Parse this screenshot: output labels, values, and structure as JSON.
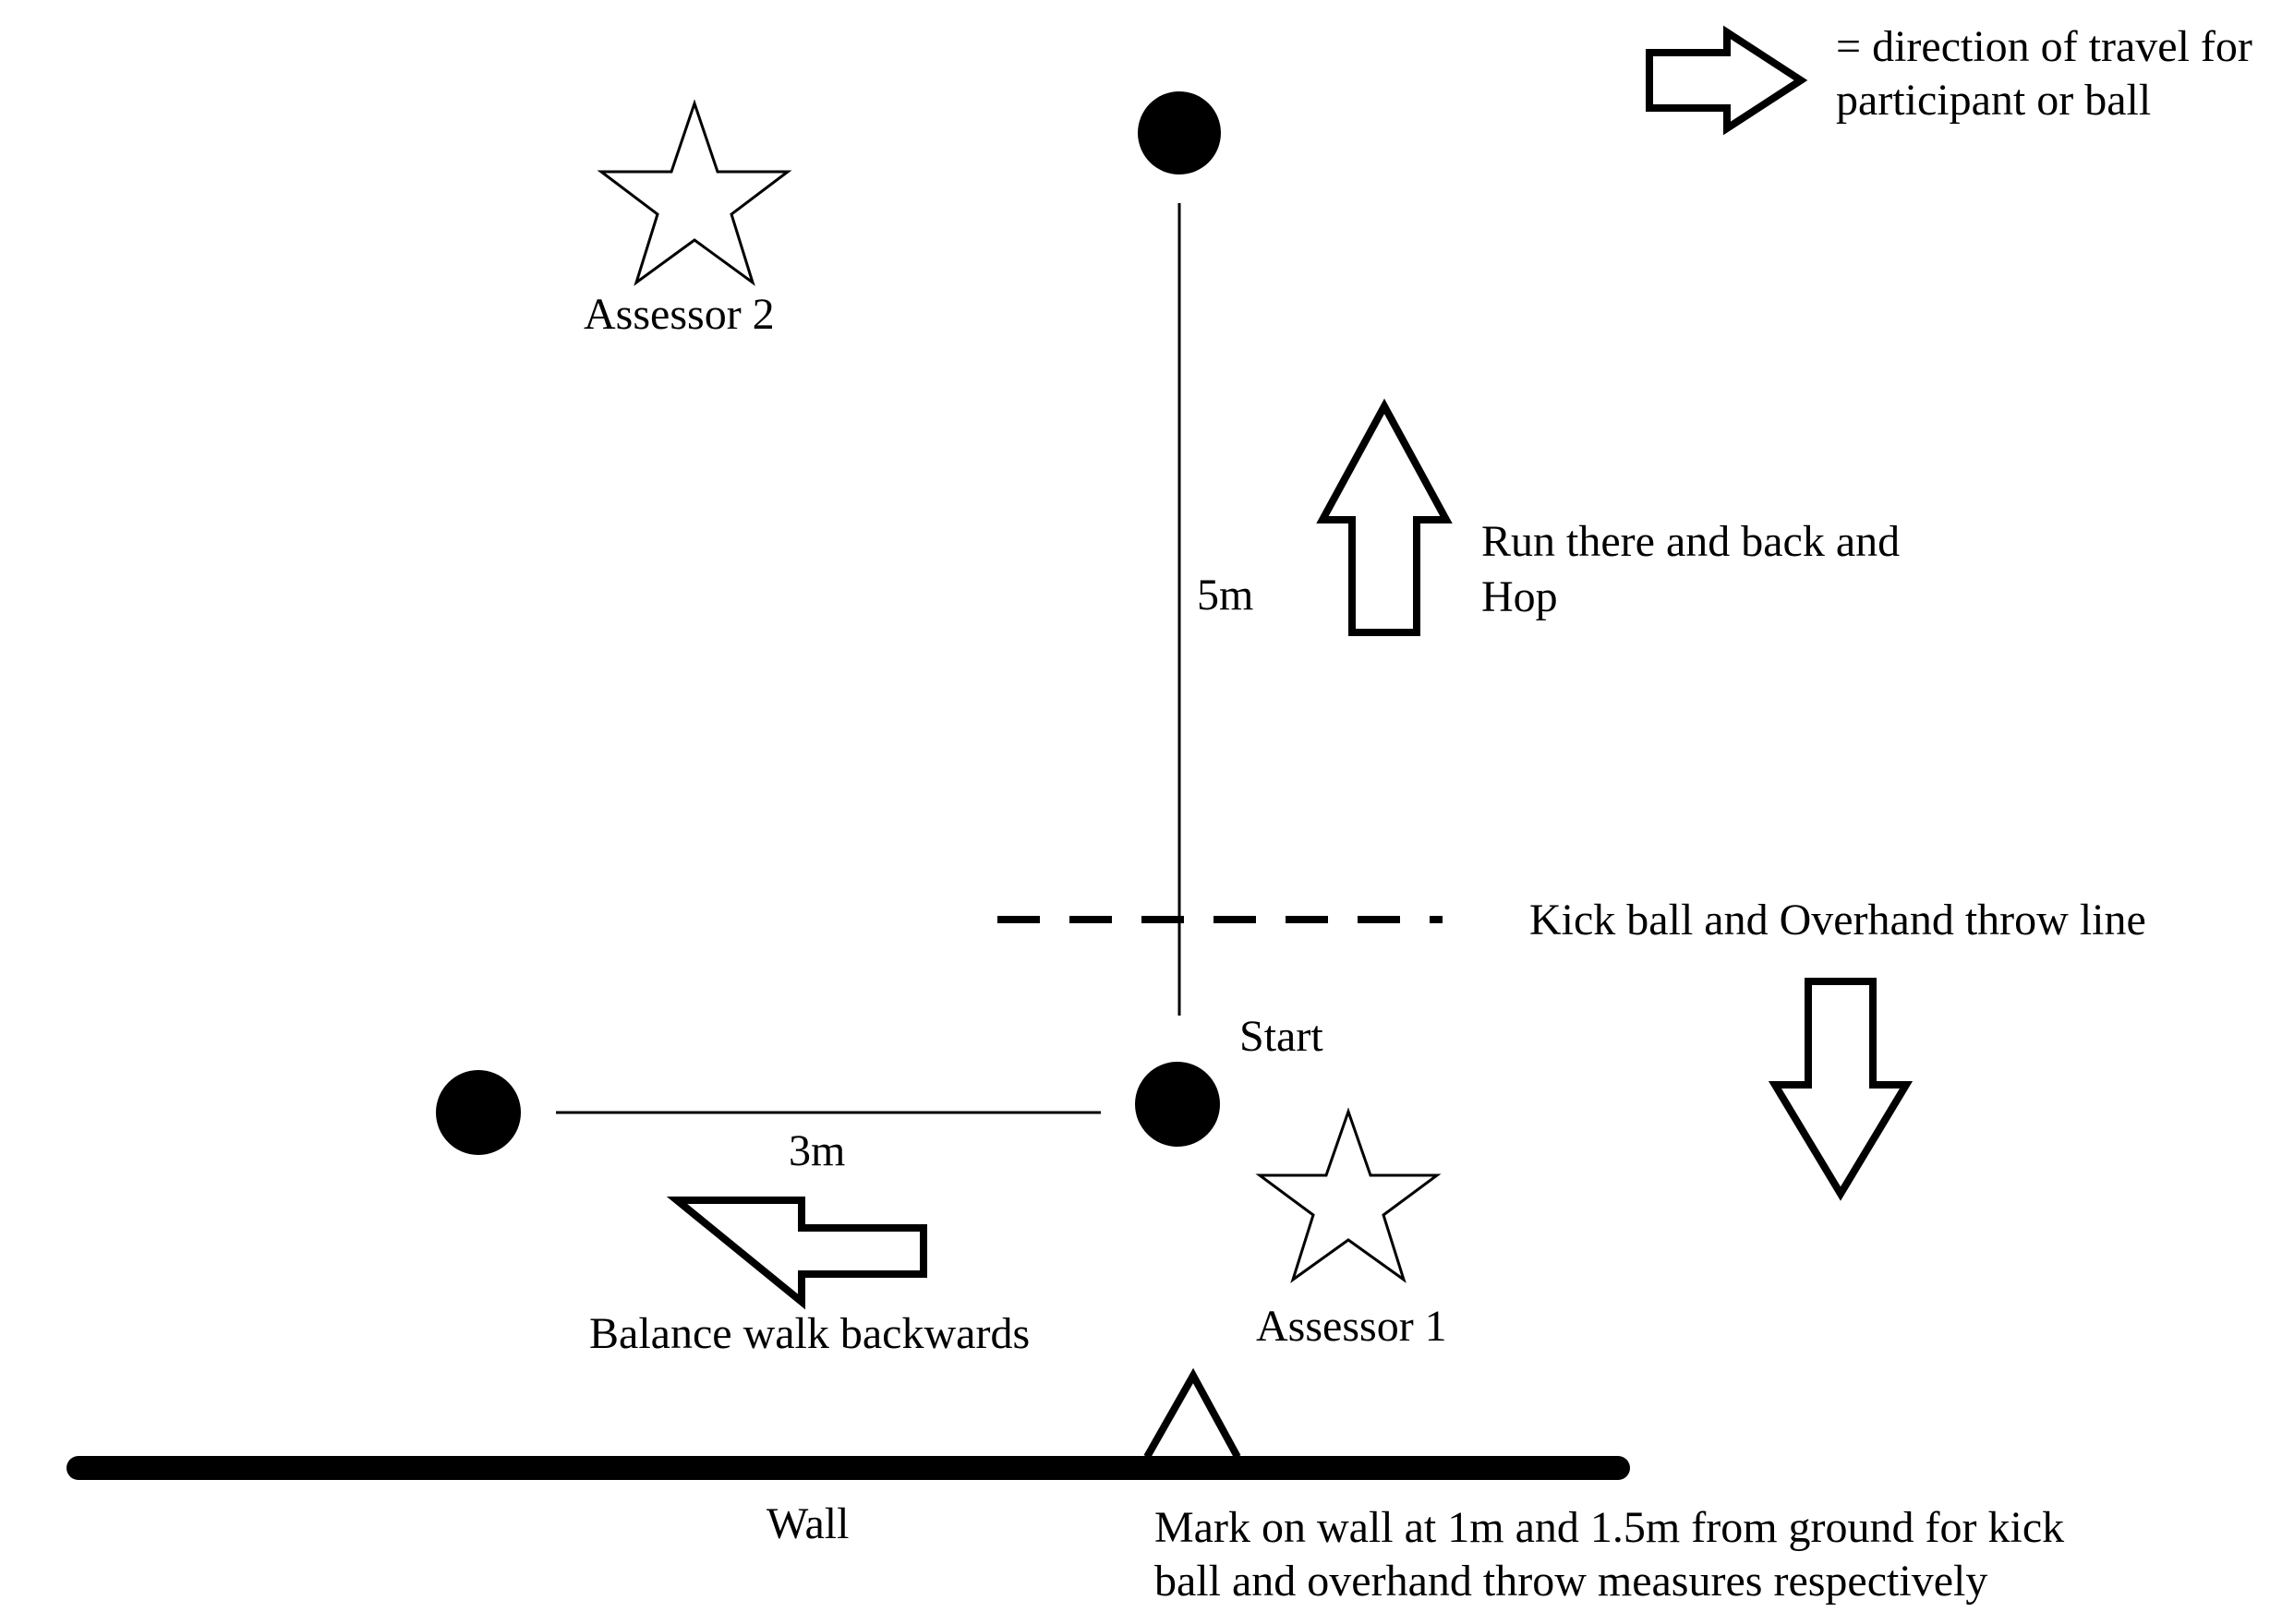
{
  "legend": {
    "line1": "= direction of travel for",
    "line2": "participant or ball"
  },
  "labels": {
    "assessor_2": "Assessor 2",
    "assessor_1": "Assessor 1",
    "distance_5m": "5m",
    "distance_3m": "3m",
    "start": "Start",
    "run_hop_line1": "Run there and back and",
    "run_hop_line2": "Hop",
    "kick_throw_line": "Kick ball and Overhand throw line",
    "balance_walk": "Balance walk backwards",
    "wall": "Wall",
    "wall_mark_line1": "Mark on wall at 1m and 1.5m from ground for kick",
    "wall_mark_line2": "ball and overhand throw measures respectively"
  },
  "colors": {
    "ink": "#000000",
    "background": "#ffffff"
  }
}
